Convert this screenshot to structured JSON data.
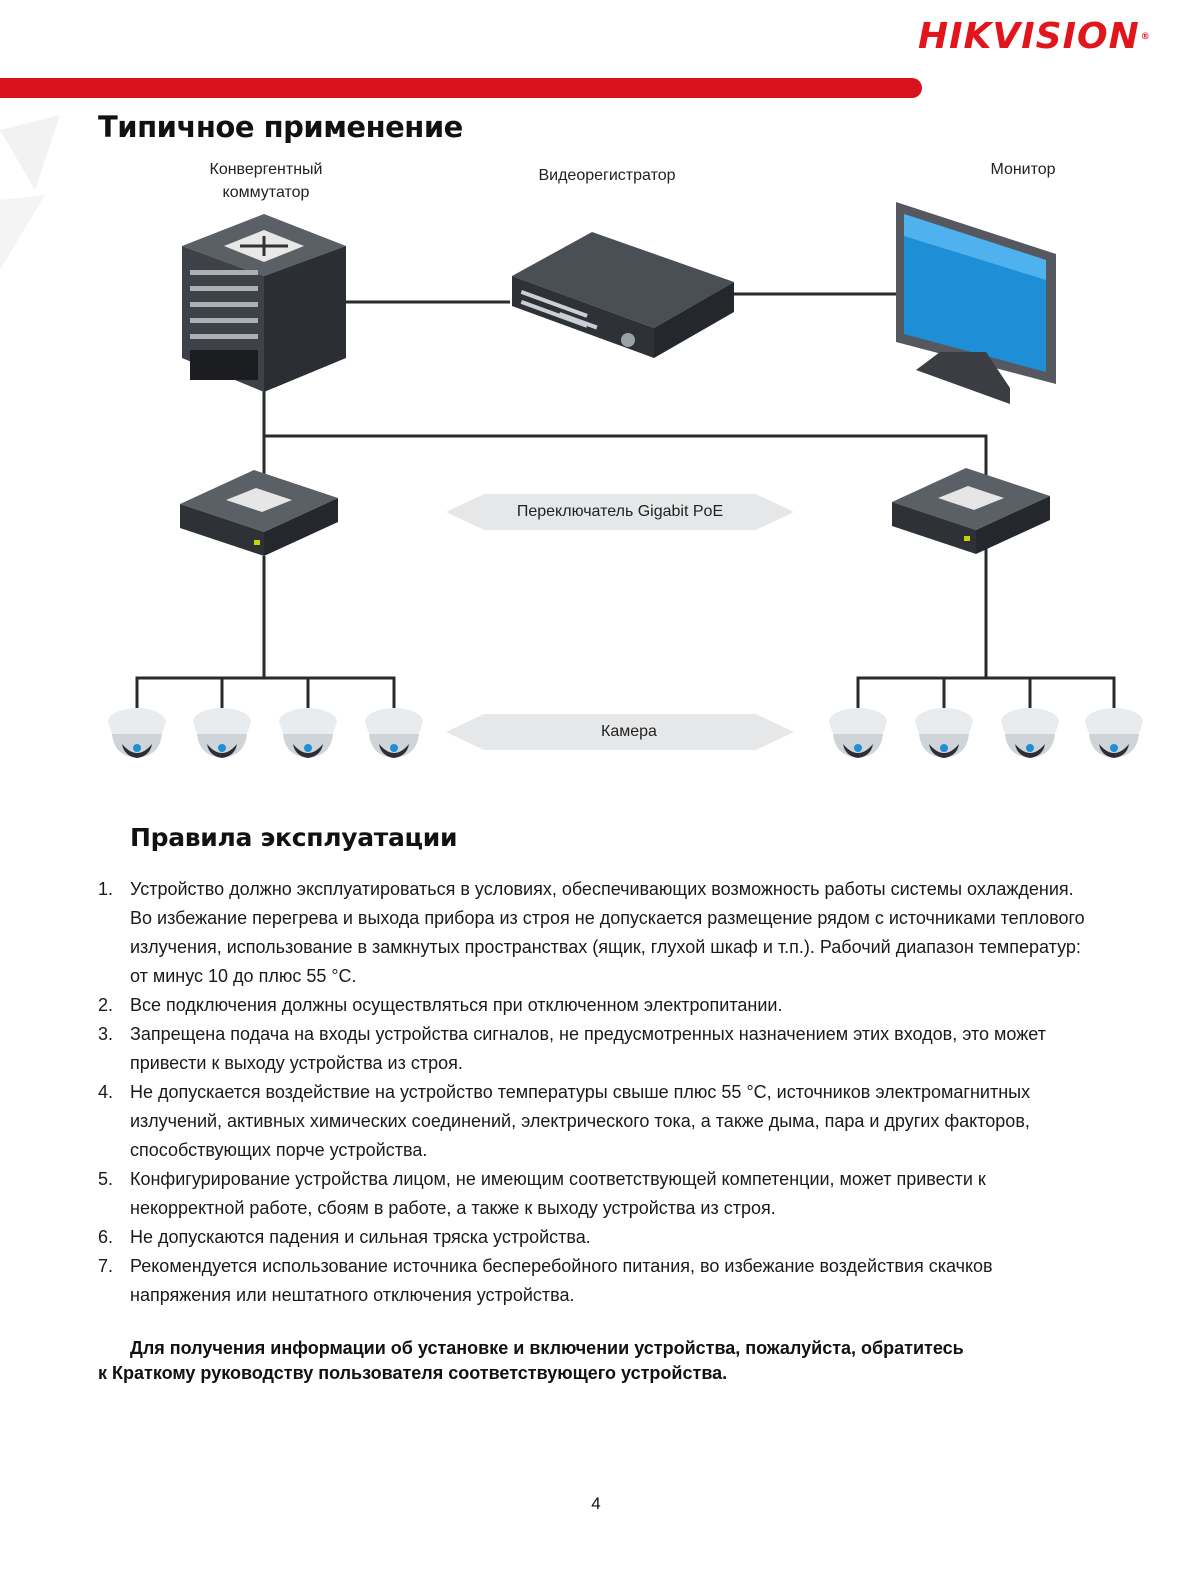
{
  "header": {
    "logo_text": "HIKVISION",
    "logo_mark": "®",
    "accent_color": "#d8111c"
  },
  "page_title": "Типичное применение",
  "diagram": {
    "labels": {
      "switch_core": "Конвергентный коммутатор",
      "nvr": "Видеорегистратор",
      "monitor": "Монитор",
      "poe_switch": "Переключатель Gigabit PoE",
      "camera": "Камера"
    },
    "icons": [
      "core-switch-icon",
      "nvr-icon",
      "monitor-icon",
      "poe-switch-icon",
      "dome-camera-icon"
    ]
  },
  "section_title": "Правила эксплуатации",
  "rules": [
    {
      "num": "1.",
      "text": "Устройство должно эксплуатироваться в условиях, обеспечивающих возможность работы системы охлаждения. Во избежание перегрева и выхода прибора из строя не допускается размещение рядом с источниками теплового излучения, использование в замкнутых пространствах (ящик, глухой шкаф и т.п.). Рабочий диапазон температур: от минус 10 до плюс 55 °C."
    },
    {
      "num": "2.",
      "text": "Все подключения должны осуществляться при отключенном электропитании."
    },
    {
      "num": "3.",
      "text": "Запрещена подача на входы устройства сигналов, не предусмотренных назначением этих входов, это может привести к выходу устройства из строя."
    },
    {
      "num": "4.",
      "text": "Не допускается воздействие на устройство температуры свыше плюс 55 °C, источников электромагнитных излучений, активных химических соединений, электрического тока, а также дыма, пара и других факторов, способствующих порче устройства."
    },
    {
      "num": "5.",
      "text": "Конфигурирование устройства лицом, не имеющим соответствующей компетенции, может привести к некорректной работе, сбоям в работе, а также к выходу устройства из строя."
    },
    {
      "num": "6.",
      "text": "Не допускаются падения и сильная тряска устройства."
    },
    {
      "num": "7.",
      "text": "Рекомендуется использование источника бесперебойного питания, во избежание воздействия скачков напряжения или нештатного отключения устройства."
    }
  ],
  "note": {
    "line1": "Для получения информации об установке и включении устройства, пожалуйста, обратитесь",
    "line2": "к Краткому руководству пользователя соответствующего устройства."
  },
  "page_number": "4"
}
